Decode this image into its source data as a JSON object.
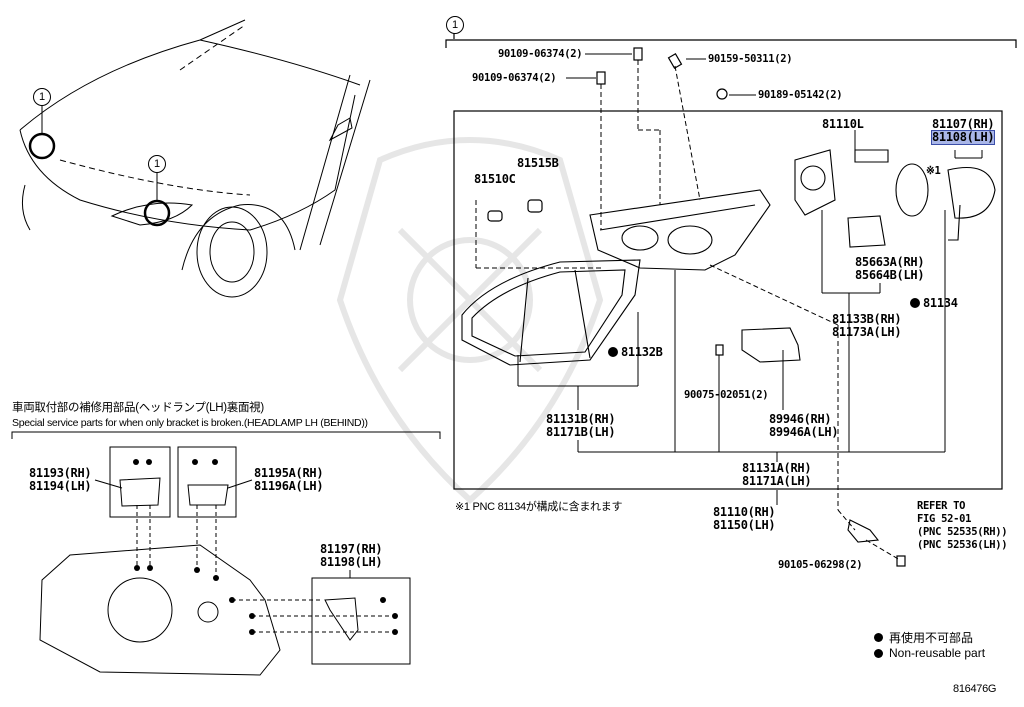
{
  "diagram": {
    "callout_symbol": "1",
    "main_part_numbers": {
      "screw_a": "90109-06374(2)",
      "screw_b": "90109-06374(2)",
      "screw_c": "90159-50311(2)",
      "nut": "90189-05142(2)",
      "bulb_side": "81510C",
      "socket_side": "81515B",
      "bulb_main": "81110L",
      "cover_rh": "81107(RH)",
      "cover_lh": "81108(LH)",
      "mark_star1": "※1",
      "ballast_rh": "85663A(RH)",
      "ballast_lh": "85664B(LH)",
      "gasket": "81134",
      "lens": "81132B",
      "reflector_rh": "81133B(RH)",
      "reflector_lh": "81173A(LH)",
      "screw_d": "90075-02051(2)",
      "housing_rh": "81131B(RH)",
      "housing_lh": "81171B(LH)",
      "computer_rh": "89946(RH)",
      "computer_lh": "89946A(LH)",
      "assy_rh": "81131A(RH)",
      "assy_lh": "81171A(LH)",
      "unit_rh": "81110(RH)",
      "unit_lh": "81150(LH)",
      "refer_1": "REFER TO",
      "refer_2": "FIG 52-01",
      "refer_3": "(PNC 52535(RH))",
      "refer_4": "(PNC 52536(LH))",
      "screw_e": "90105-06298(2)"
    },
    "footnote": "※1 PNC 81134が構成に含まれます",
    "service": {
      "title_jp": "車両取付部の補修用部品(ヘッドランプ(LH)裏面視)",
      "title_en": "Special service parts for when only bracket is broken.(HEADLAMP LH (BEHIND))",
      "bracket_a_rh": "81193(RH)",
      "bracket_a_lh": "81194(LH)",
      "bracket_b_rh": "81195A(RH)",
      "bracket_b_lh": "81196A(LH)",
      "bracket_c_rh": "81197(RH)",
      "bracket_c_lh": "81198(LH)"
    },
    "legend": {
      "jp": "再使用不可部品",
      "en": "Non-reusable part"
    },
    "figure_id": "816476G"
  }
}
